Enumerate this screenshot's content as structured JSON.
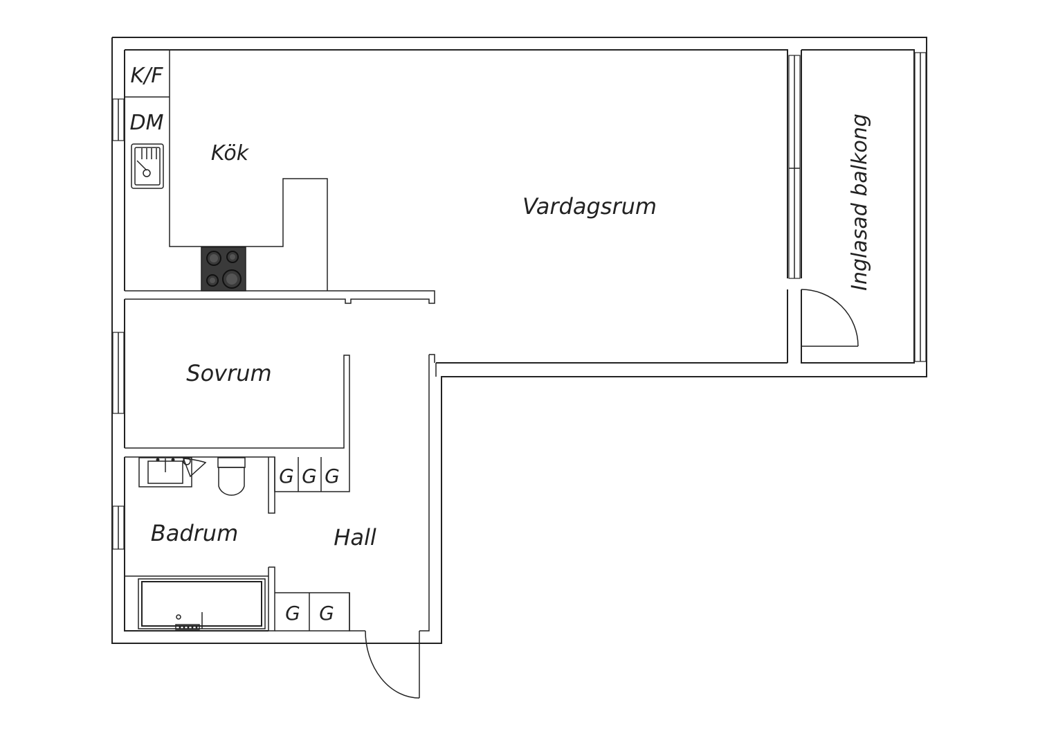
{
  "floor_plan": {
    "rooms": {
      "kitchen": "Kök",
      "living_room": "Vardagsrum",
      "balcony": "Inglasad balkong",
      "bedroom": "Sovrum",
      "bathroom": "Badrum",
      "hall": "Hall"
    },
    "fixtures": {
      "fridge_freezer": "K/F",
      "dishwasher": "DM",
      "wardrobe": "G"
    }
  }
}
